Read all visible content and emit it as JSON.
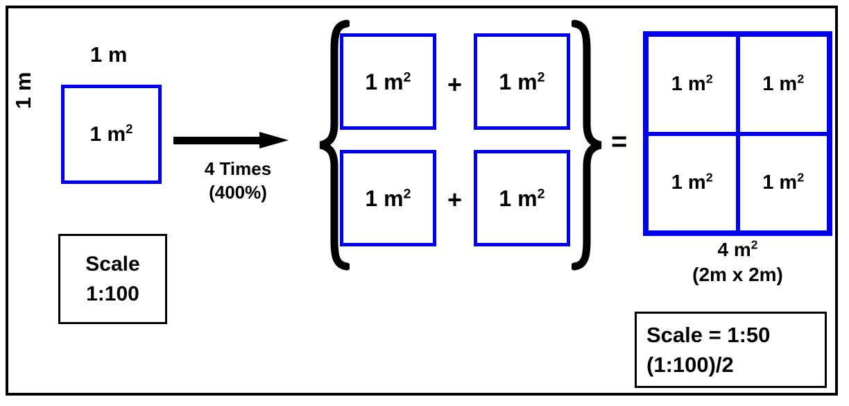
{
  "diagram": {
    "title": "Scale doubling diagram: 1 m squared enlarged 4 times to 4 m squared",
    "colors": {
      "square_blue": "#0000EE",
      "frame_black": "#000000",
      "background": "#FFFFFF"
    }
  },
  "source": {
    "top_dimension_label": "1 m",
    "side_dimension_label": "1 m",
    "square_area_label": "1 m",
    "square_area_exponent": "2"
  },
  "transform": {
    "arrow_icon": "right-arrow-icon",
    "caption_line1": "4 Times",
    "caption_line2": "(400%)"
  },
  "scale_left": {
    "line1": "Scale",
    "line2": "1:100"
  },
  "group": {
    "brace_left_glyph": "{",
    "brace_right_glyph": "}",
    "plus_glyph": "+",
    "squares": [
      {
        "label": "1 m",
        "exponent": "2",
        "position": "top-left"
      },
      {
        "label": "1 m",
        "exponent": "2",
        "position": "top-right"
      },
      {
        "label": "1 m",
        "exponent": "2",
        "position": "bottom-left"
      },
      {
        "label": "1 m",
        "exponent": "2",
        "position": "bottom-right"
      }
    ]
  },
  "equals": {
    "glyph": "="
  },
  "result": {
    "cells": [
      {
        "label": "1 m",
        "exponent": "2",
        "position": "top-left"
      },
      {
        "label": "1 m",
        "exponent": "2",
        "position": "top-right"
      },
      {
        "label": "1 m",
        "exponent": "2",
        "position": "bottom-left"
      },
      {
        "label": "1 m",
        "exponent": "2",
        "position": "bottom-right"
      }
    ],
    "area_label": "4 m",
    "area_exponent": "2",
    "dimensions_label": "(2m x 2m)"
  },
  "scale_right": {
    "line1": "Scale = 1:50",
    "line2": "(1:100)/2"
  }
}
